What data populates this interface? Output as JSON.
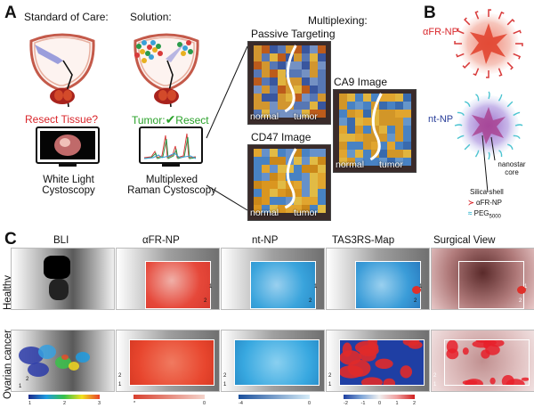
{
  "panels": {
    "a": "A",
    "b": "B",
    "c": "C"
  },
  "panel_a": {
    "standard_title": "Standard of Care:",
    "solution_title": "Solution:",
    "resect_question": "Resect Tissue?",
    "tumor_resect_prefix": "Tumor:",
    "tumor_resect_check": "✔",
    "tumor_resect_suffix": "Resect",
    "white_light_line1": "White Light",
    "white_light_line2": "Cystoscopy",
    "raman_line1": "Multiplexed",
    "raman_line2": "Raman Cystoscopy",
    "multiplexing_title": "Multiplexing:",
    "passive_title": "Passive Targeting",
    "ca9_title": "CA9 Image",
    "cd47_title": "CD47 Image",
    "normal_label": "normal",
    "tumor_label": "tumor"
  },
  "panel_b": {
    "afr_np": "αFR-NP",
    "nt_np": "nt-NP",
    "nanostar_line1": "nanostar",
    "nanostar_line2": "core",
    "silica": "Silica shell",
    "legend_afr": "αFR-NP",
    "legend_peg": "PEG",
    "legend_peg_sub": "5000"
  },
  "panel_c": {
    "columns": [
      "BLI",
      "αFR-NP",
      "nt-NP",
      "TAS3RS-Map",
      "Surgical View"
    ],
    "rows": [
      "Healthy",
      "Ovarian cancer"
    ],
    "marker_1": "1",
    "marker_2": "2",
    "colorbars": [
      {
        "ticks": [
          "1",
          "2",
          "3"
        ],
        "colors": [
          "#1b2a8c",
          "#1f9be0",
          "#36c24a",
          "#f2e11f",
          "#e8402a"
        ]
      },
      {
        "ticks": [
          "*",
          "0"
        ],
        "colors": [
          "#d8402e",
          "#f4d4cc"
        ]
      },
      {
        "ticks": [
          "-4",
          "0"
        ],
        "colors": [
          "#1a4f9c",
          "#d6ecf8"
        ]
      },
      {
        "ticks": [
          "-2",
          "-1",
          "0",
          "1",
          "2"
        ],
        "colors": [
          "#1e3fa0",
          "#7fa6d8",
          "#f0f0f0",
          "#f0a0a0",
          "#d01f1f"
        ]
      }
    ]
  }
}
